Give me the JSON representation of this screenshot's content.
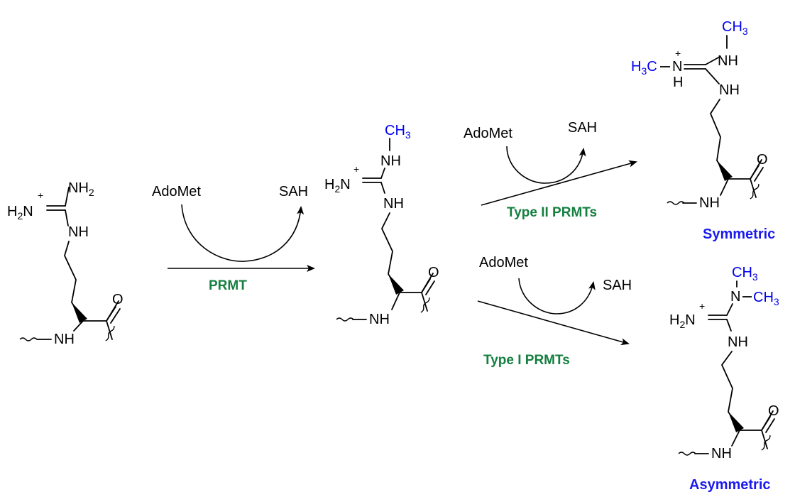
{
  "reagents": {
    "cofactor": "AdoMet",
    "byproduct": "SAH"
  },
  "enzymes": {
    "prmt": "PRMT",
    "type2": "Type II PRMTs",
    "type1": "Type I PRMTs"
  },
  "products": {
    "symmetric": "Symmetric",
    "asymmetric": "Asymmetric"
  },
  "atoms": {
    "n": "N",
    "nh": "NH",
    "h": "H",
    "o": "O",
    "c": "C",
    "h2": "H",
    "two": "2",
    "three": "3",
    "plus": "+"
  },
  "colors": {
    "methyl": "#0000ee",
    "enzyme": "#157f40",
    "product_label": "#1a1aee"
  }
}
